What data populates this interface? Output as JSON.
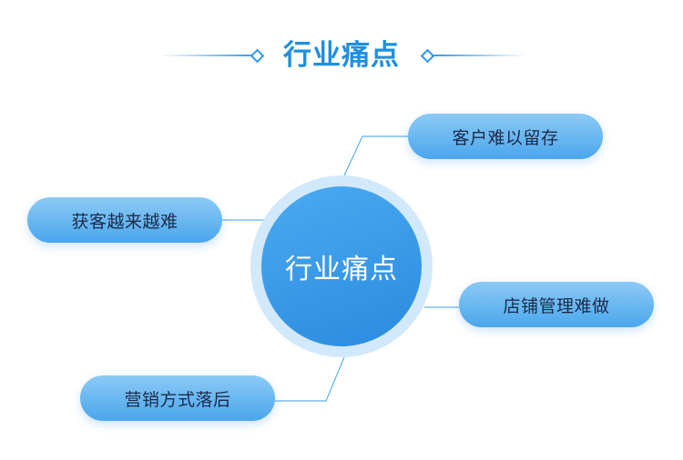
{
  "title": "行业痛点",
  "center_label": "行业痛点",
  "nodes": [
    {
      "label": "客户难以留存"
    },
    {
      "label": "获客越来越难"
    },
    {
      "label": "店铺管理难做"
    },
    {
      "label": "营销方式落后"
    }
  ],
  "colors": {
    "accent": "#1f8fe0",
    "line": "#5fb0ea",
    "center_ring": "#d2e9fb",
    "center_fill": "#3a9ce8",
    "pill_top": "#8ccaf5",
    "pill_bottom": "#4aa6ec"
  }
}
